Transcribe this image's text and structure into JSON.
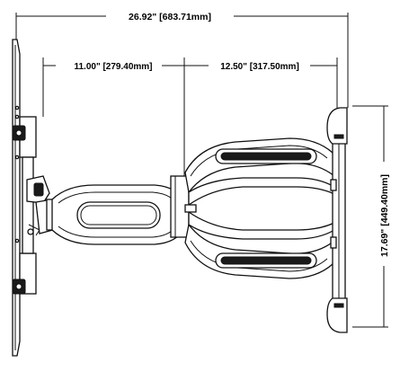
{
  "diagram": {
    "subject": "articulating-tv-wall-mount-top-view",
    "dimensions": {
      "overall_width": "26.92\" [683.71mm]",
      "inner_arm": "11.00\" [279.40mm]",
      "outer_arm": "12.50\" [317.50mm]",
      "plate_height": "17.69\" [449.40mm]"
    }
  }
}
